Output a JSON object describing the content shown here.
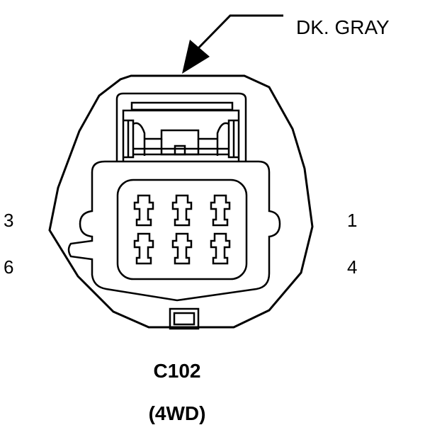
{
  "connector": {
    "color_label": "DK. GRAY",
    "id": "C102",
    "variant": "(4WD)",
    "pins": {
      "top_left": "3",
      "bottom_left": "6",
      "top_right": "1",
      "bottom_right": "4"
    },
    "line_color": "#000000"
  }
}
